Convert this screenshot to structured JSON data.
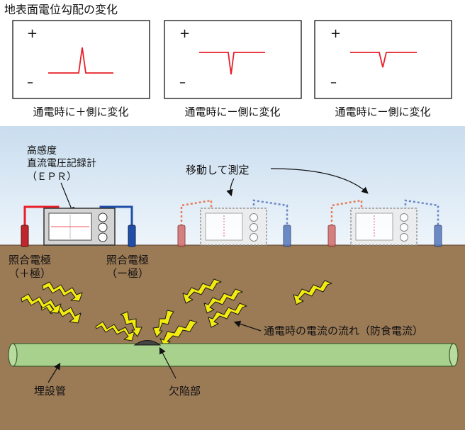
{
  "title": "地表面電位勾配の変化",
  "graphs": [
    {
      "plus": "+",
      "minus": "–",
      "caption": "通電時に＋側に変化",
      "peak": "up"
    },
    {
      "plus": "+",
      "minus": "–",
      "caption": "通電時にー側に変化",
      "peak": "down"
    },
    {
      "plus": "+",
      "minus": "–",
      "caption": "通電時にー側に変化",
      "peak": "down"
    }
  ],
  "recorder": {
    "line1": "高感度",
    "line2": "直流電圧記録計",
    "line3": "（ＥＰＲ）"
  },
  "move_label": "移動して測定",
  "electrode_plus": {
    "line1": "照合電極",
    "line2": "（＋極）"
  },
  "electrode_minus": {
    "line1": "照合電極",
    "line2": "（ー極）"
  },
  "current_label": "通電時の電流の流れ（防食電流）",
  "pipe_label": "埋設管",
  "defect_label": "欠陥部",
  "colors": {
    "sky": "#e2eef8",
    "soil": "#9b7a56",
    "pipe": "#a9d18e",
    "red": "#e8202a",
    "blue": "#1f4fa8",
    "arrow": "#f3ea10"
  }
}
